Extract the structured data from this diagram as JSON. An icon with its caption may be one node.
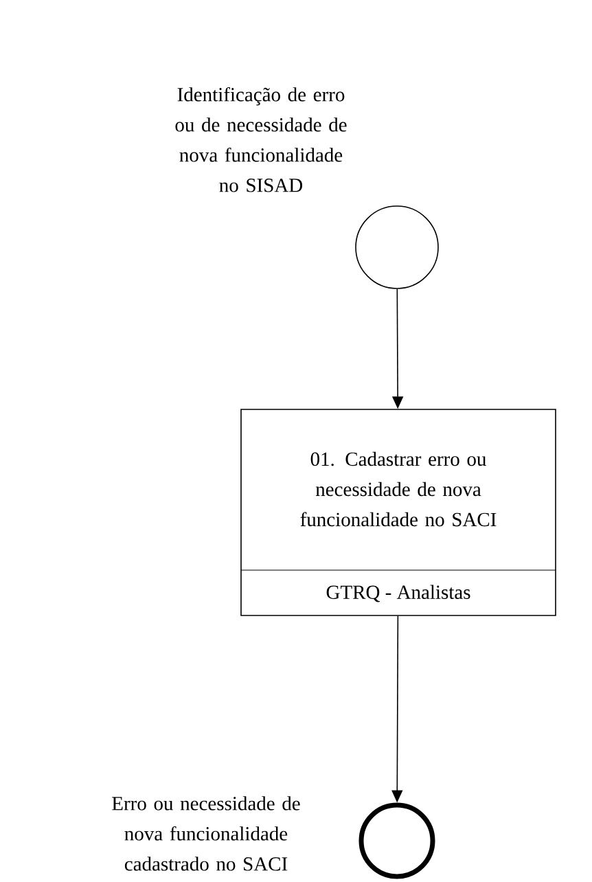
{
  "diagram": {
    "nodes": [
      {
        "text": [],
        "shape": "circle",
        "beside": [
          "Identificação de erro ou de necessidade de nova funcionalidade no SISAD"
        ]
      },
      {
        "text": [
          "01. Cadastrar erro ou necessidade de nova funcionalidade no SACI",
          "GTRQ - Analistas"
        ]
      },
      {
        "text": [],
        "shape": "circle",
        "beside": [
          "Erro ou necessidade de nova funcionalidade cadastrado no SACI"
        ]
      }
    ],
    "edges": [
      {
        "from": 0,
        "to": 1,
        "arrow": "to"
      },
      {
        "from": 1,
        "to": 2,
        "arrow": "to"
      }
    ]
  }
}
